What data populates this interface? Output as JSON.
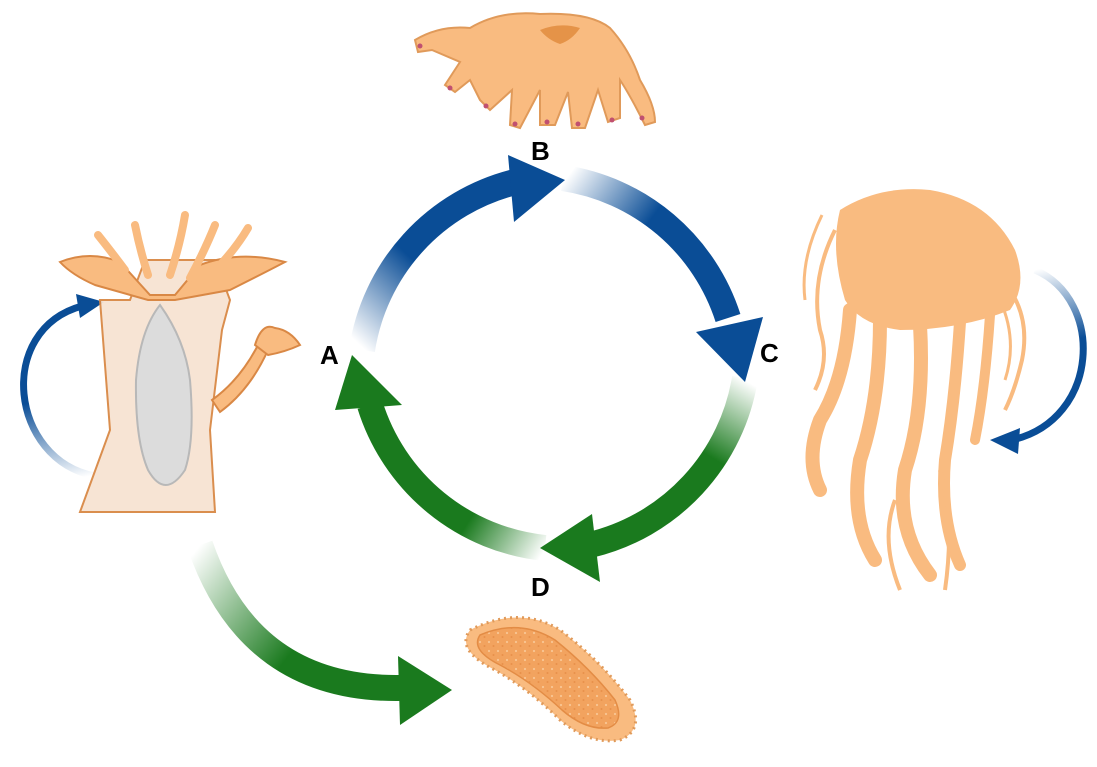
{
  "labels": {
    "a": "A",
    "b": "B",
    "c": "C",
    "d": "D"
  },
  "colors": {
    "blue_arrow": "#0a4d96",
    "green_arrow": "#1a7a1e",
    "organism_fill": "#f9bb80",
    "organism_outline": "#d98845",
    "polyp_core": "#dcdcdc",
    "larva_inner": "#f2a35f"
  },
  "icons": {
    "polyp": "polyp-icon",
    "ephyra": "ephyra-icon",
    "medusa": "medusa-jellyfish-icon",
    "planula": "planula-larva-icon"
  }
}
